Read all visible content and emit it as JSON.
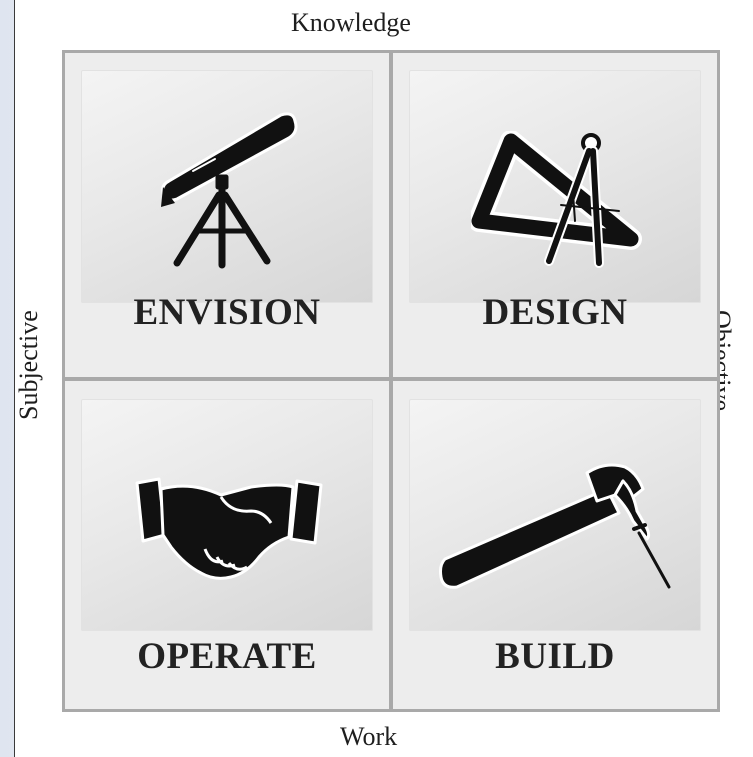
{
  "axes": {
    "top": "Knowledge",
    "bottom": "Work",
    "left": "Subjective",
    "right": "Objective"
  },
  "quadrants": [
    {
      "label": "ENVISION",
      "icon": "telescope-icon"
    },
    {
      "label": "DESIGN",
      "icon": "drafting-tools-icon"
    },
    {
      "label": "OPERATE",
      "icon": "handshake-icon"
    },
    {
      "label": "BUILD",
      "icon": "hammer-icon"
    }
  ],
  "colors": {
    "grid_border": "#a9a9a9",
    "tile_light": "#f4f4f4",
    "tile_dark": "#d6d6d6",
    "icon": "#111111",
    "text": "#222222"
  }
}
